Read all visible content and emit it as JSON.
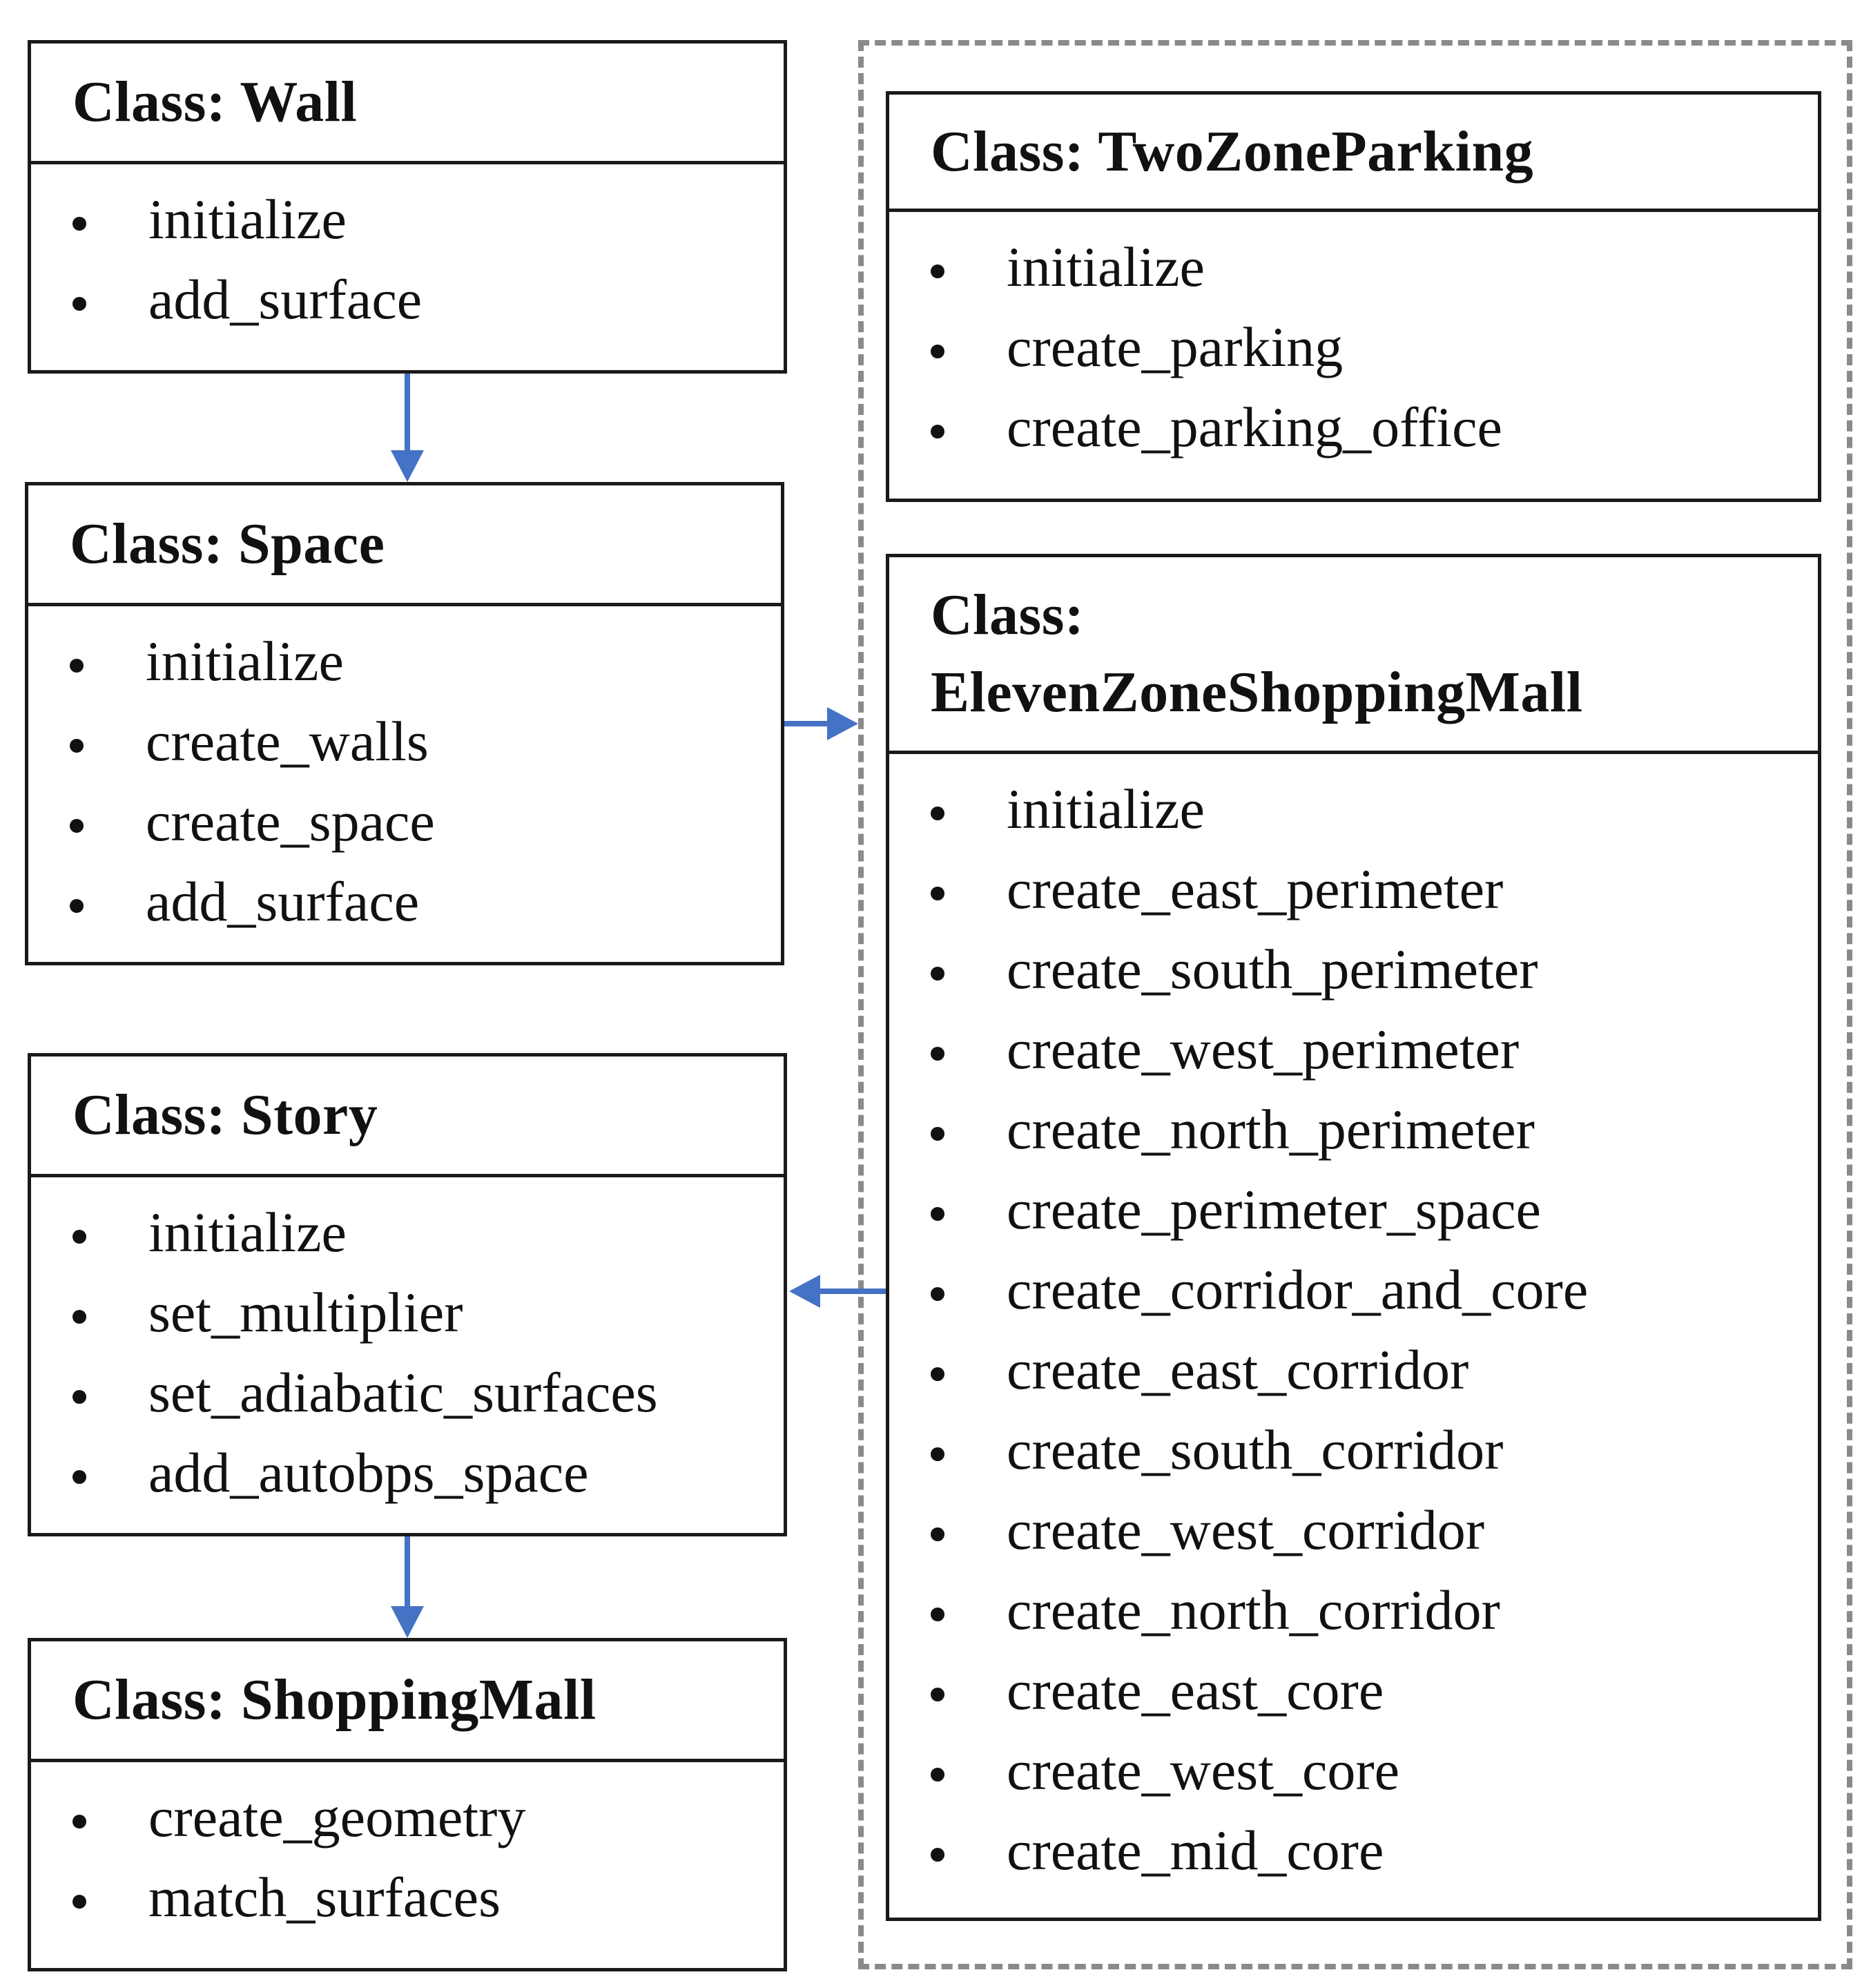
{
  "classes": {
    "wall": {
      "title": "Class: Wall",
      "methods": [
        "initialize",
        "add_surface"
      ]
    },
    "space": {
      "title": "Class: Space",
      "methods": [
        "initialize",
        "create_walls",
        "create_space",
        "add_surface"
      ]
    },
    "story": {
      "title": "Class: Story",
      "methods": [
        "initialize",
        "set_multiplier",
        "set_adiabatic_surfaces",
        "add_autobps_space"
      ]
    },
    "shopping_mall": {
      "title": "Class: ShoppingMall",
      "methods": [
        "create_geometry",
        "match_surfaces"
      ]
    },
    "two_zone_parking": {
      "title": "Class: TwoZoneParking",
      "methods": [
        "initialize",
        "create_parking",
        "create_parking_office"
      ]
    },
    "eleven_zone_shopping_mall": {
      "title_line1": "Class:",
      "title_line2": "ElevenZoneShoppingMall",
      "methods": [
        "initialize",
        "create_east_perimeter",
        "create_south_perimeter",
        "create_west_perimeter",
        "create_north_perimeter",
        "create_perimeter_space",
        "create_corridor_and_core",
        "create_east_corridor",
        "create_south_corridor",
        "create_west_corridor",
        "create_north_corridor",
        "create_east_core",
        "create_west_core",
        "create_mid_core"
      ]
    }
  },
  "colors": {
    "arrow": "#4472c4",
    "border": "#1a1a1a",
    "group_border": "#8a8a8a"
  }
}
